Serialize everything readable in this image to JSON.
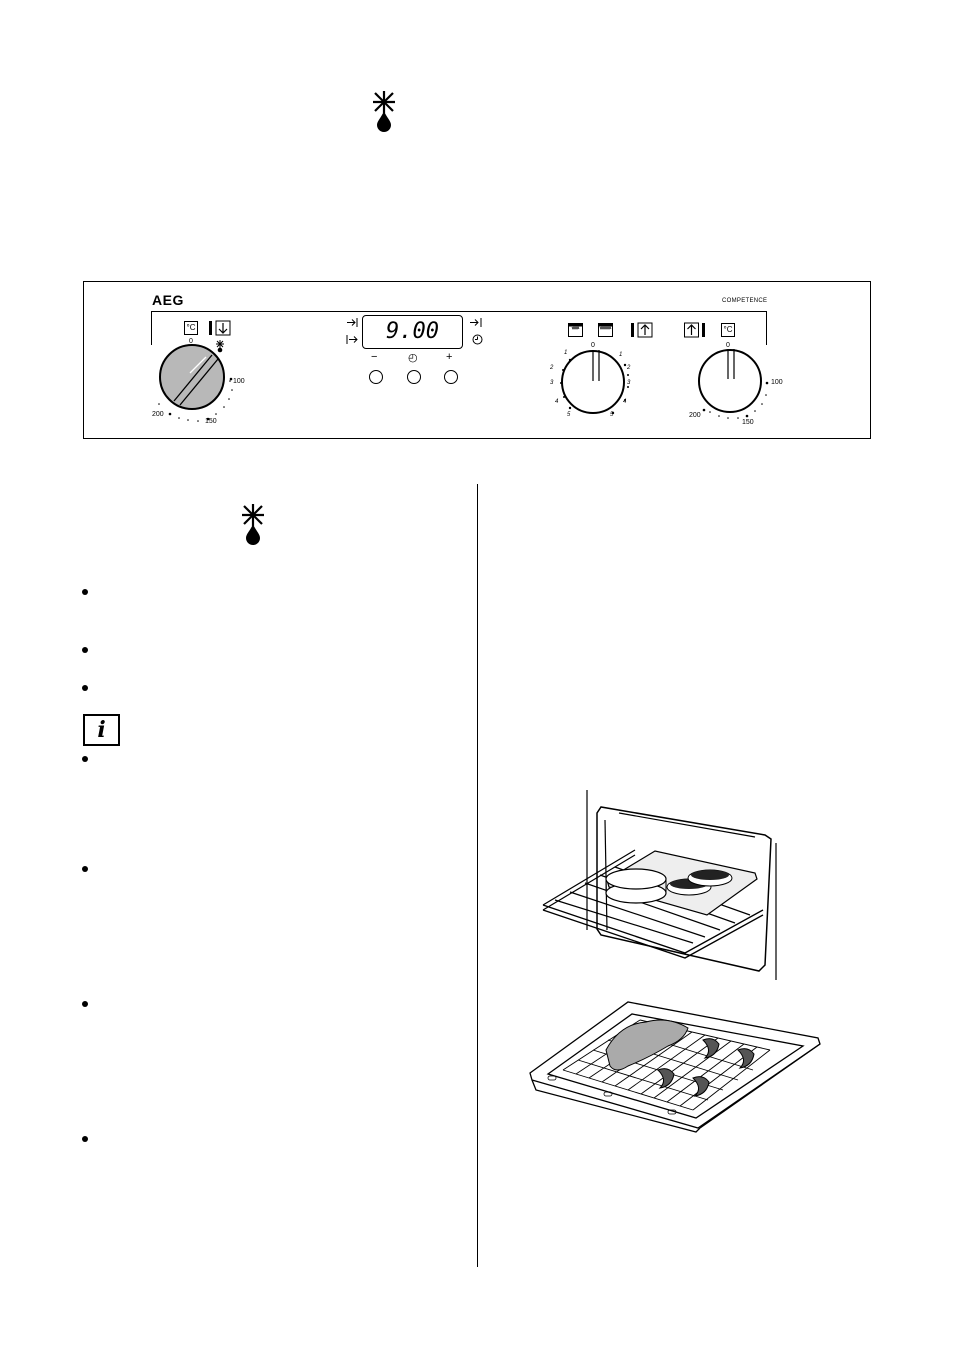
{
  "top_icon": "defrost-icon",
  "control_panel": {
    "brand": "AEG",
    "model": "COMPETENCE",
    "display_time": "9.00",
    "left_knob": {
      "top_symbols": [
        "°C",
        "bottom-heat-icon"
      ],
      "zero": "0",
      "defrost_symbol": "defrost-icon",
      "scale": [
        "100",
        "150",
        "200"
      ],
      "state": "selected"
    },
    "timer": {
      "left_symbols": [
        "cook-time-icon",
        "end-time-icon"
      ],
      "right_symbols": [
        "end-arrow-icon",
        "clock-icon"
      ],
      "button_labels": [
        "−",
        "◴",
        "+"
      ]
    },
    "grill_knob": {
      "top_symbols": [
        "grill-small-icon",
        "grill-full-icon",
        "top-heat-icon"
      ],
      "zero": "0",
      "left_ticks": [
        "1",
        "2",
        "3",
        "4",
        "5"
      ],
      "right_ticks": [
        "1",
        "2",
        "3",
        "4",
        "5"
      ]
    },
    "right_knob": {
      "top_symbols": [
        "top-heat-icon",
        "°C"
      ],
      "zero": "0",
      "scale": [
        "100",
        "150",
        "200"
      ]
    }
  },
  "section": {
    "heading_icon": "defrost-icon",
    "info_icon": "i"
  },
  "illustrations": [
    "oven-shelf-with-baking-tray-icon",
    "grill-pan-with-meat-icon"
  ]
}
